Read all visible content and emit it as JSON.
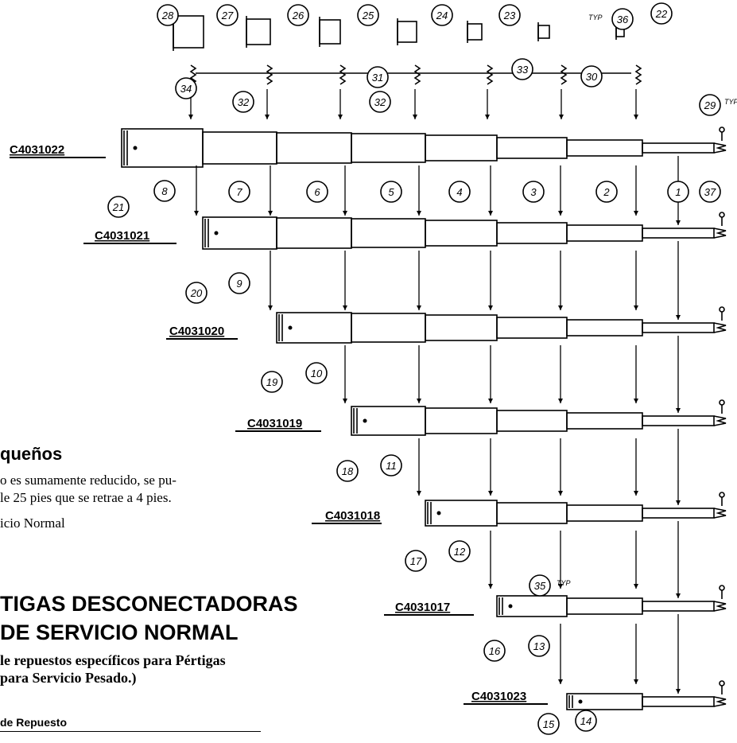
{
  "section": {
    "heading": "queños",
    "line1": "o es sumamente reducido, se pu-",
    "line2": "le 25 pies que se retrae a 4 pies.",
    "line3": "icio Normal"
  },
  "title": {
    "line1": "TIGAS DESCONECTADORAS",
    "line2": "DE SERVICIO NORMAL"
  },
  "note": {
    "line1": "le repuestos específicos para Pértigas",
    "line2": " para Servicio Pesado.)"
  },
  "table": {
    "column_header": "de Repuesto"
  },
  "diagram": {
    "model_labels": [
      "C4031022",
      "C4031021",
      "C4031020",
      "C4031019",
      "C4031018",
      "C4031017",
      "C4031023"
    ],
    "part_numbers": [
      "1",
      "2",
      "3",
      "4",
      "5",
      "6",
      "7",
      "8",
      "9",
      "10",
      "11",
      "12",
      "13",
      "14",
      "15",
      "16",
      "17",
      "18",
      "19",
      "20",
      "21",
      "22",
      "23",
      "24",
      "25",
      "26",
      "27",
      "28",
      "29",
      "30",
      "31",
      "32",
      "33",
      "34",
      "35",
      "36",
      "37"
    ],
    "qty_label": "TYP"
  }
}
